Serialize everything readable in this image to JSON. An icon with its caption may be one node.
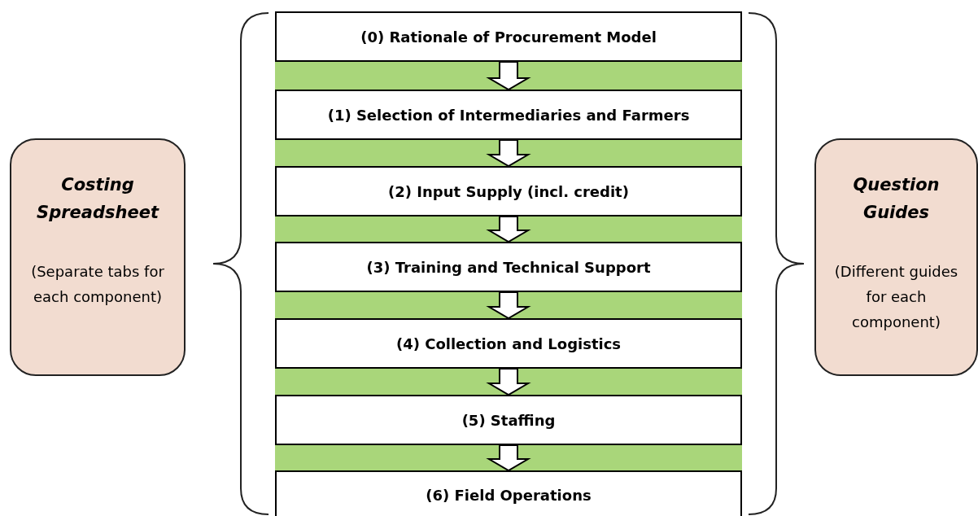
{
  "diagram": {
    "nodes": [
      {
        "text": [
          "(0) Rationale of Procurement Model"
        ]
      },
      {
        "text": [
          "(1) Selection of Intermediaries and Farmers"
        ]
      },
      {
        "text": [
          "(2) Input Supply (incl. credit)"
        ]
      },
      {
        "text": [
          "(3) Training and Technical Support"
        ]
      },
      {
        "text": [
          "(4) Collection and Logistics"
        ]
      },
      {
        "text": [
          "(5) Staffing"
        ]
      },
      {
        "text": [
          "(6) Field Operations"
        ]
      },
      {
        "text": [
          "Costing Spreadsheet",
          "(Separate tabs for each component)"
        ]
      },
      {
        "text": [
          "Question Guides",
          "(Different guides for each component)"
        ]
      }
    ],
    "edges": [
      {
        "from": 0,
        "to": 1,
        "arrow": "to"
      },
      {
        "from": 1,
        "to": 2,
        "arrow": "to"
      },
      {
        "from": 2,
        "to": 3,
        "arrow": "to"
      },
      {
        "from": 3,
        "to": 4,
        "arrow": "to"
      },
      {
        "from": 4,
        "to": 5,
        "arrow": "to"
      },
      {
        "from": 5,
        "to": 6,
        "arrow": "to"
      }
    ]
  }
}
